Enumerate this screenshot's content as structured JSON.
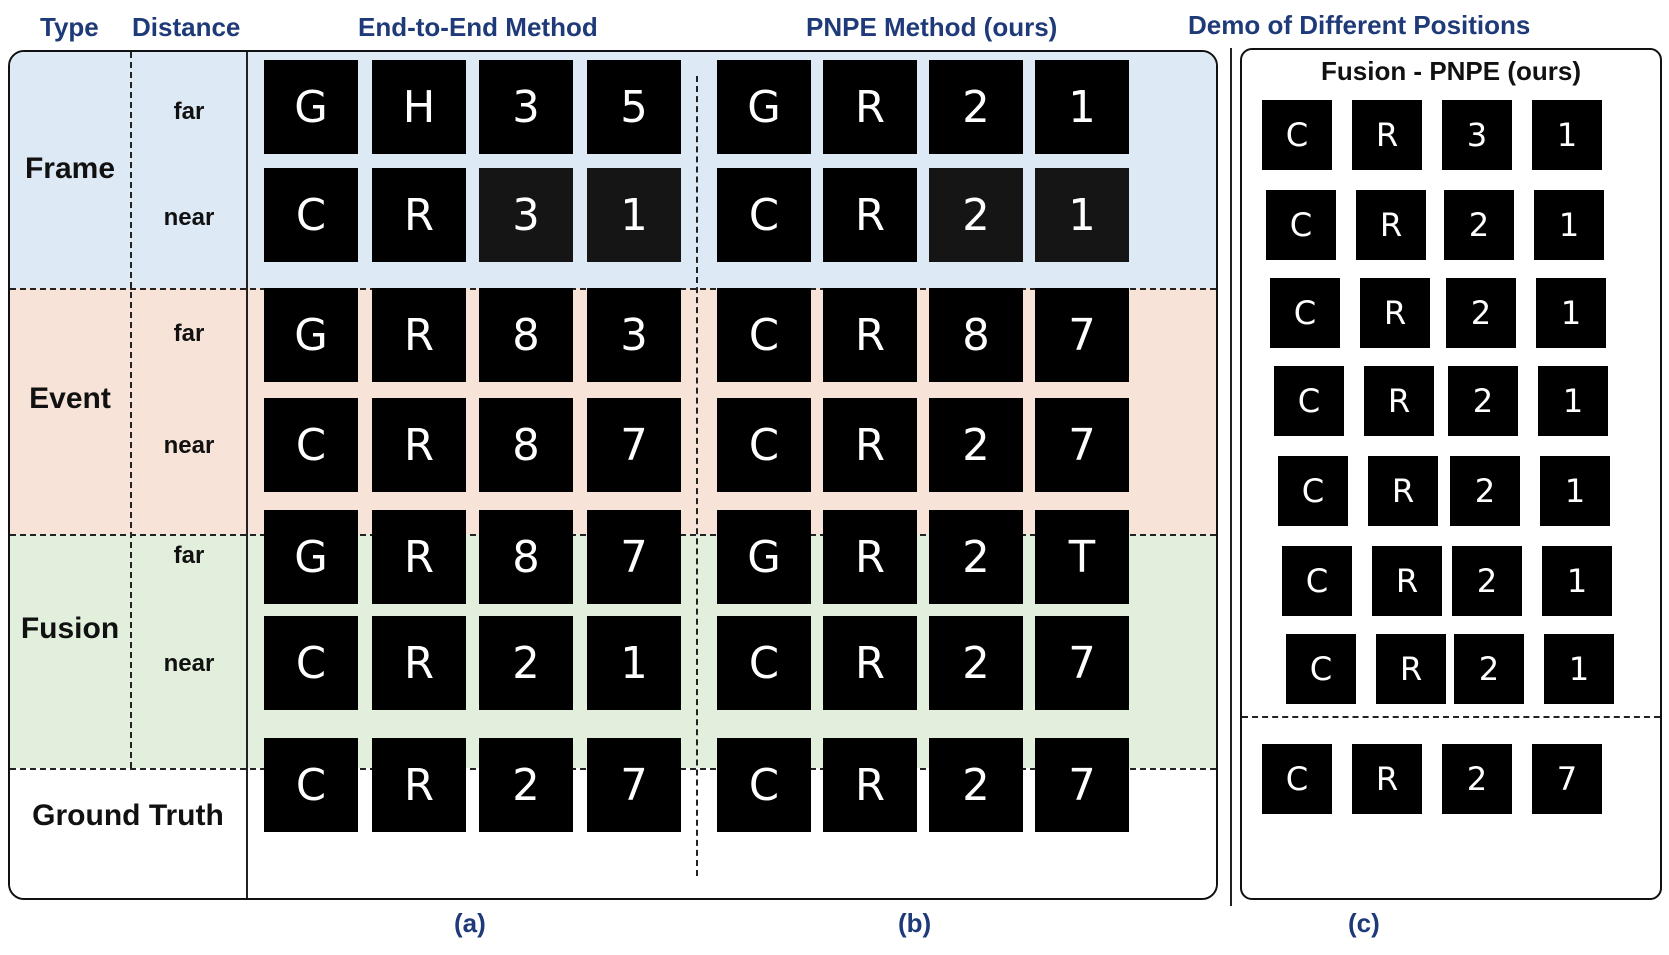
{
  "headers": {
    "type": "Type",
    "distance": "Distance",
    "end_to_end": "End-to-End Method",
    "pnpe": "PNPE Method (ours)",
    "demo": "Demo of Different Positions"
  },
  "panel_c_title": "Fusion - PNPE (ours)",
  "rows": {
    "frame": "Frame",
    "event": "Event",
    "fusion": "Fusion",
    "ground_truth": "Ground Truth"
  },
  "distances": {
    "far": "far",
    "near": "near"
  },
  "captions": {
    "a": "(a)",
    "b": "(b)",
    "c": "(c)"
  },
  "glyphs": {
    "frame_far_a": [
      "G",
      "H",
      "3",
      "5"
    ],
    "frame_near_a": [
      "C",
      "R",
      "3",
      "1"
    ],
    "frame_far_b": [
      "G",
      "R",
      "2",
      "1"
    ],
    "frame_near_b": [
      "C",
      "R",
      "2",
      "1"
    ],
    "event_far_a": [
      "G",
      "R",
      "8",
      "3"
    ],
    "event_near_a": [
      "C",
      "R",
      "8",
      "7"
    ],
    "event_far_b": [
      "C",
      "R",
      "8",
      "7"
    ],
    "event_near_b": [
      "C",
      "R",
      "2",
      "7"
    ],
    "fusion_far_a": [
      "G",
      "R",
      "8",
      "7"
    ],
    "fusion_near_a": [
      "C",
      "R",
      "2",
      "1"
    ],
    "fusion_far_b": [
      "G",
      "R",
      "2",
      "T"
    ],
    "fusion_near_b": [
      "C",
      "R",
      "2",
      "7"
    ],
    "gt_a": [
      "C",
      "R",
      "2",
      "7"
    ],
    "gt_b": [
      "C",
      "R",
      "2",
      "7"
    ],
    "panel_c_rows": [
      [
        "C",
        "R",
        "3",
        "1"
      ],
      [
        "C",
        "R",
        "2",
        "1"
      ],
      [
        "C",
        "R",
        "2",
        "1"
      ],
      [
        "C",
        "R",
        "2",
        "1"
      ],
      [
        "C",
        "R",
        "2",
        "1"
      ],
      [
        "C",
        "R",
        "2",
        "1"
      ],
      [
        "C",
        "R",
        "2",
        "1"
      ]
    ],
    "panel_c_gt": [
      "C",
      "R",
      "2",
      "7"
    ]
  },
  "colors": {
    "header_text": "#1f3a78",
    "frame_band": "#dde9f5",
    "event_band": "#f8e3d8",
    "fusion_band": "#e2efdc",
    "cell_bg": "#000000",
    "glyph": "#ffffff"
  }
}
